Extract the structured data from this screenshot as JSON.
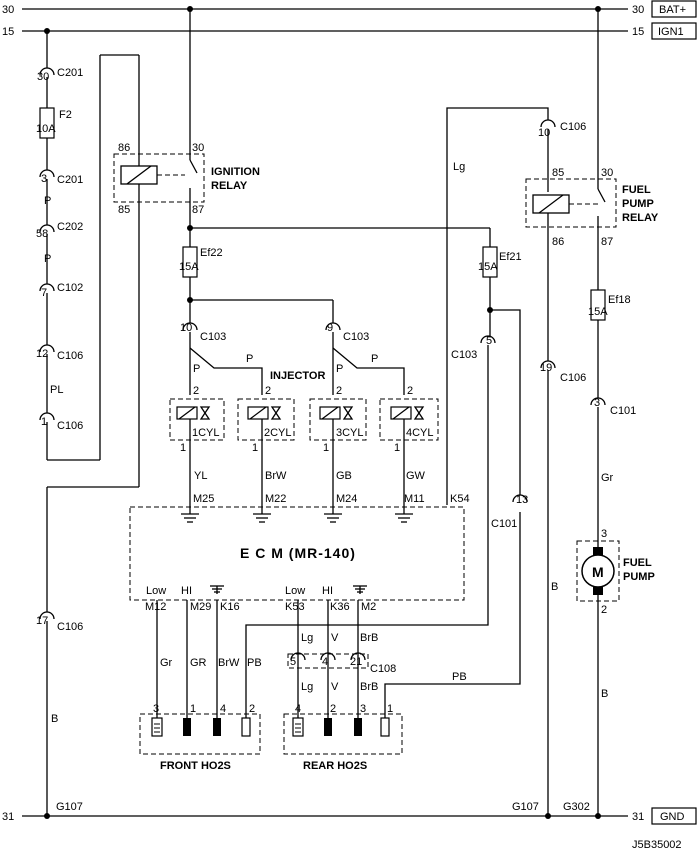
{
  "rails": {
    "top": {
      "num_left": "30",
      "num_right": "30",
      "tag": "BAT+"
    },
    "ign": {
      "num_left": "15",
      "num_right": "15",
      "tag": "IGN1"
    },
    "gnd": {
      "num_left": "31",
      "num_right": "31",
      "tag": "GND"
    }
  },
  "left_chain": {
    "c201a": {
      "pin": "30",
      "name": "C201"
    },
    "fuse": {
      "name": "F2",
      "rating": "10A"
    },
    "c201b": {
      "pin": "3",
      "name": "C201"
    },
    "wire1": "P",
    "c202": {
      "pin": "58",
      "name": "C202"
    },
    "wire2": "P",
    "c102": {
      "pin": "7",
      "name": "C102"
    },
    "c106a": {
      "pin": "12",
      "name": "C106"
    },
    "wire3": "PL",
    "c106b": {
      "pin": "1",
      "name": "C106"
    },
    "c106c": {
      "pin": "17",
      "name": "C106"
    },
    "wire4": "B",
    "ground": "G107"
  },
  "ign_relay": {
    "label": [
      "IGNITION",
      "RELAY"
    ],
    "p86": "86",
    "p85": "85",
    "p30": "30",
    "p87": "87"
  },
  "ef22": {
    "name": "Ef22",
    "rating": "15A"
  },
  "ef21": {
    "name": "Ef21",
    "rating": "15A"
  },
  "ef18": {
    "name": "Ef18",
    "rating": "15A"
  },
  "injectors": {
    "title": "INJECTOR",
    "c103a": {
      "pin": "10",
      "name": "C103"
    },
    "c103b": {
      "pin": "9",
      "name": "C103"
    },
    "wire_p": "P",
    "pin_top": "2",
    "pin_bot": "1",
    "units": [
      {
        "name": "1CYL",
        "wire": "YL",
        "ecm_pin": "M25"
      },
      {
        "name": "2CYL",
        "wire": "BrW",
        "ecm_pin": "M22"
      },
      {
        "name": "3CYL",
        "wire": "GB",
        "ecm_pin": "M24"
      },
      {
        "name": "4CYL",
        "wire": "GW",
        "ecm_pin": "M11"
      }
    ]
  },
  "lg_wire": {
    "color": "Lg",
    "ecm_pin": "K54"
  },
  "c103c": {
    "pin": "5",
    "name": "C103"
  },
  "c101a": {
    "pin": "13",
    "name": "C101"
  },
  "ecm": {
    "label": "E C M (MR-140)"
  },
  "front_ho2s": {
    "title": "FRONT HO2S",
    "heads": [
      "Low",
      "HI"
    ],
    "ecm_pins": [
      "M12",
      "M29",
      "K16"
    ],
    "wires": [
      "Gr",
      "GR",
      "BrW",
      "PB"
    ],
    "pins": [
      "3",
      "1",
      "4",
      "2"
    ]
  },
  "rear_ho2s": {
    "title": "REAR HO2S",
    "heads": [
      "Low",
      "HI"
    ],
    "ecm_pins": [
      "K53",
      "K36",
      "M2"
    ],
    "wires": [
      "Lg",
      "V",
      "BrB"
    ],
    "c108_pins": [
      "5",
      "4",
      "21"
    ],
    "c108": "C108",
    "pins": [
      "4",
      "2",
      "3",
      "1"
    ],
    "pb": "PB"
  },
  "fuel_pump_relay": {
    "label": [
      "FUEL",
      "PUMP",
      "RELAY"
    ],
    "p85": "85",
    "p30": "30",
    "p86": "86",
    "p87": "87"
  },
  "c106_top": {
    "pin": "10",
    "name": "C106"
  },
  "c106_mid": {
    "pin": "19",
    "name": "C106"
  },
  "wire_b_mid": "B",
  "ground_mid": "G107",
  "c101b": {
    "pin": "3",
    "name": "C101"
  },
  "fuel_pump": {
    "label": [
      "FUEL",
      "PUMP"
    ],
    "motor": "M",
    "p3": "3",
    "p2": "2",
    "wire_top": "Gr",
    "wire_bot": "B"
  },
  "ground_right": "G302",
  "lg_label": "Lg",
  "figure_code": "J5B35002"
}
